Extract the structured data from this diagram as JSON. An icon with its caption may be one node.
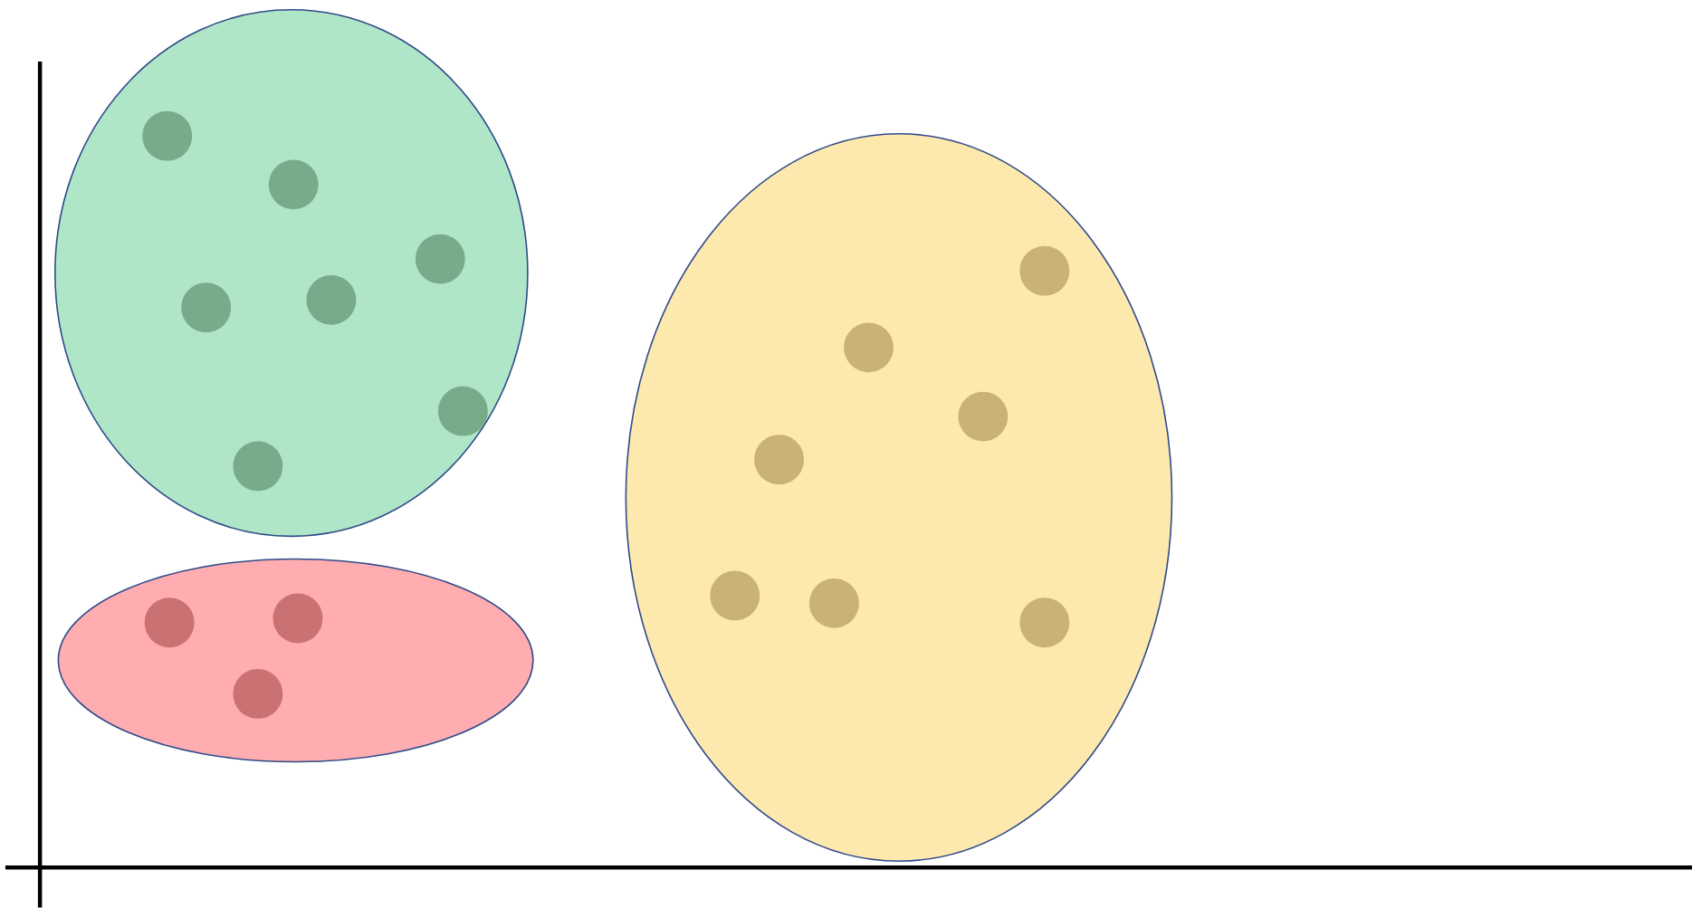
{
  "diagram": {
    "nodes": [
      {
        "text": [],
        "shape": "ellipse"
      },
      {
        "text": [],
        "shape": "circle",
        "in": 0
      },
      {
        "text": [],
        "shape": "circle",
        "in": 0
      },
      {
        "text": [],
        "shape": "circle",
        "in": 0
      },
      {
        "text": [],
        "shape": "circle",
        "in": 0
      },
      {
        "text": [],
        "shape": "circle",
        "in": 0
      },
      {
        "text": [],
        "shape": "circle",
        "in": 0
      },
      {
        "text": [],
        "shape": "circle",
        "in": 0
      },
      {
        "text": [],
        "shape": "ellipse"
      },
      {
        "text": [],
        "shape": "circle",
        "in": 8
      },
      {
        "text": [],
        "shape": "circle",
        "in": 8
      },
      {
        "text": [],
        "shape": "circle",
        "in": 8
      },
      {
        "text": [],
        "shape": "ellipse"
      },
      {
        "text": [],
        "shape": "circle",
        "in": 12
      },
      {
        "text": [],
        "shape": "circle",
        "in": 12
      },
      {
        "text": [],
        "shape": "circle",
        "in": 12
      },
      {
        "text": [],
        "shape": "circle",
        "in": 12
      },
      {
        "text": [],
        "shape": "circle",
        "in": 12
      },
      {
        "text": [],
        "shape": "circle",
        "in": 12
      },
      {
        "text": [],
        "shape": "circle",
        "in": 12
      }
    ]
  }
}
